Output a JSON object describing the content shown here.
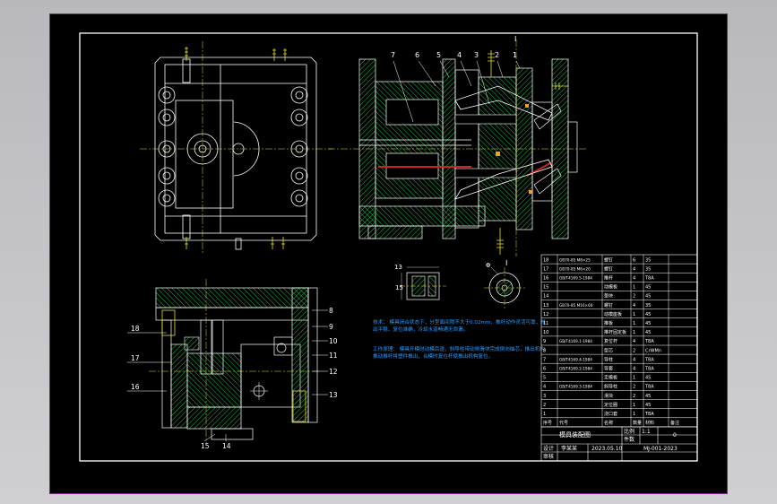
{
  "drawing": {
    "section_mark": "I",
    "detail_dims": {
      "width": "13",
      "height": "15",
      "circle": "Φ"
    },
    "callouts_top": [
      "7",
      "6",
      "5",
      "4",
      "3",
      "2",
      "1"
    ],
    "callouts_side_right": [
      "8",
      "9",
      "10",
      "11",
      "12",
      "13"
    ],
    "callouts_side_left": [
      "18",
      "17",
      "16"
    ],
    "callouts_bottom": [
      "15",
      "14"
    ],
    "notes_block_1": "技术：  模具闭合状态下，分型面间隙不大于0.02mm，推杆动作灵活可靠，推出平稳，复位准确，冷却水道畅通无泄漏。",
    "notes_block_2": "工作原理：  模具开模时动模后退，斜导柱带动侧滑块完成侧向抽芯，推出机构推动推杆将塑件推出，合模时复位杆使推出机构复位。"
  },
  "bom": {
    "rows": [
      {
        "no": "18",
        "std": "GB70-85 M8×25",
        "name": "螺钉",
        "qty": "6",
        "mat": "35"
      },
      {
        "no": "17",
        "std": "GB70-85 M6×20",
        "name": "螺钉",
        "qty": "4",
        "mat": "35"
      },
      {
        "no": "16",
        "std": "GB/T4169.5-1984",
        "name": "推杆",
        "qty": "4",
        "mat": "T8A"
      },
      {
        "no": "15",
        "std": "",
        "name": "动模板",
        "qty": "1",
        "mat": "45"
      },
      {
        "no": "14",
        "std": "",
        "name": "垫块",
        "qty": "2",
        "mat": "45"
      },
      {
        "no": "13",
        "std": "GB70-85 M10×60",
        "name": "螺钉",
        "qty": "4",
        "mat": "35"
      },
      {
        "no": "12",
        "std": "",
        "name": "动模座板",
        "qty": "1",
        "mat": "45"
      },
      {
        "no": "11",
        "std": "",
        "name": "推板",
        "qty": "1",
        "mat": "45"
      },
      {
        "no": "10",
        "std": "",
        "name": "推杆固定板",
        "qty": "1",
        "mat": "45"
      },
      {
        "no": "9",
        "std": "GB/T4169.1-1984",
        "name": "复位杆",
        "qty": "4",
        "mat": "T8A"
      },
      {
        "no": "8",
        "std": "",
        "name": "型芯",
        "qty": "2",
        "mat": "CrWMn"
      },
      {
        "no": "7",
        "std": "GB/T4169.4-1984",
        "name": "导柱",
        "qty": "4",
        "mat": "T8A"
      },
      {
        "no": "6",
        "std": "GB/T4169.2-1984",
        "name": "导套",
        "qty": "4",
        "mat": "T8A"
      },
      {
        "no": "5",
        "std": "",
        "name": "定模板",
        "qty": "1",
        "mat": "45"
      },
      {
        "no": "4",
        "std": "GB/T4169.3-1984",
        "name": "斜导柱",
        "qty": "2",
        "mat": "T8A"
      },
      {
        "no": "3",
        "std": "",
        "name": "滑块",
        "qty": "2",
        "mat": "45"
      },
      {
        "no": "2",
        "std": "",
        "name": "定位圈",
        "qty": "1",
        "mat": "45"
      },
      {
        "no": "1",
        "std": "",
        "name": "浇口套",
        "qty": "1",
        "mat": "T8A"
      }
    ],
    "header": {
      "no": "序号",
      "std": "代号",
      "name": "名称",
      "qty": "数量",
      "mat": "材料",
      "note": "备注"
    }
  },
  "title_block": {
    "drawing_title": "模具装配图",
    "scale_label": "比例",
    "scale_value": "1:1",
    "sheet_value": "0",
    "qty_label": "件数",
    "designer_label": "设计",
    "designer": "李某某",
    "date": "2023.05.10",
    "drawing_number": "MJ-001-2023",
    "checker_label": "审核"
  },
  "colors": {
    "paper": "#000000",
    "outline": "#ffffff",
    "centerline": "#e8e020",
    "section_hatch": "#27b84a",
    "callout": "#2c9cff",
    "cooling_channel": "#d02020",
    "highlight": "#ff9a20",
    "border": "#7a2a86"
  }
}
